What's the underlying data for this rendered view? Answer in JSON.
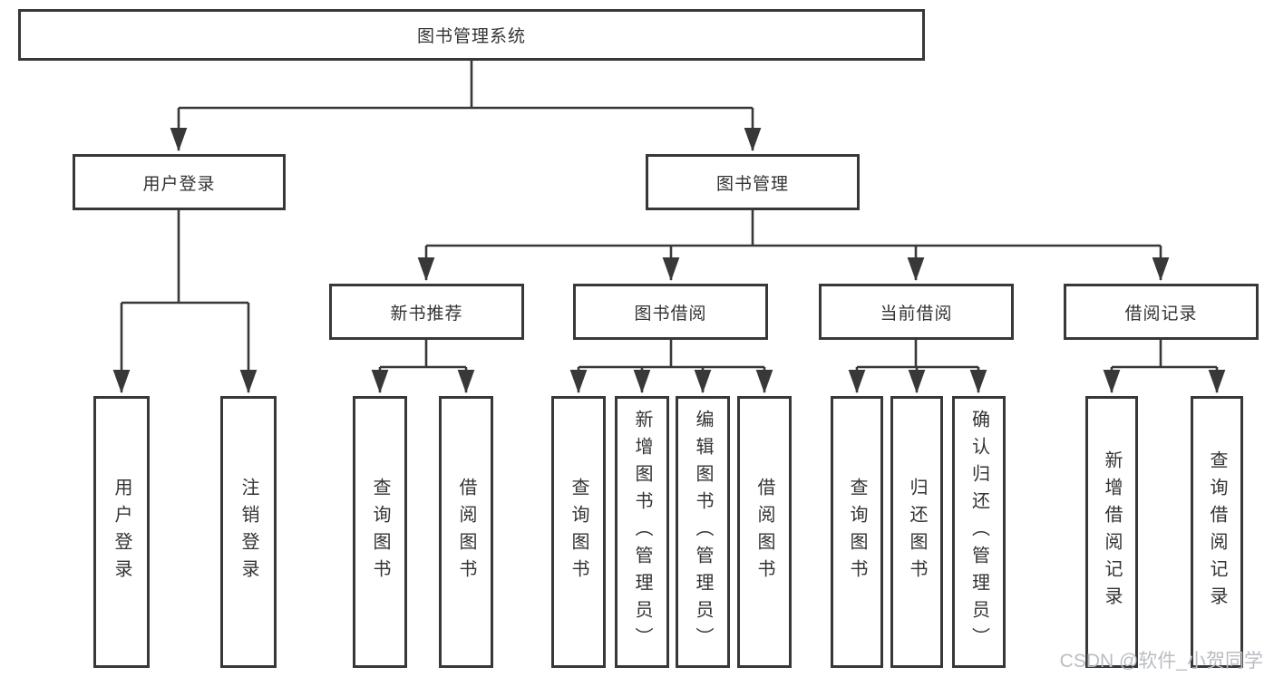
{
  "diagram": {
    "title": "图书管理系统",
    "nodes": {
      "root": "图书管理系统",
      "user_login": "用户登录",
      "book_mgmt": "图书管理",
      "leaf_user_login": "用户登录",
      "leaf_logout": "注销登录",
      "new_book_rec": "新书推荐",
      "book_borrow": "图书借阅",
      "current_borrow": "当前借阅",
      "borrow_record": "借阅记录",
      "leaf_query_book_rec": "查询图书",
      "leaf_borrow_book_rec": "借阅图书",
      "leaf_query_book_borrow": "查询图书",
      "leaf_add_book_admin": "新增图书（管理员）",
      "leaf_edit_book_admin": "编辑图书（管理员）",
      "leaf_borrow_book_borrow": "借阅图书",
      "leaf_query_book_current": "查询图书",
      "leaf_return_book": "归还图书",
      "leaf_confirm_return_admin": "确认归还（管理员）",
      "leaf_add_borrow_record": "新增借阅记录",
      "leaf_query_borrow_record": "查询借阅记录"
    },
    "hierarchy": {
      "图书管理系统": {
        "用户登录": [
          "用户登录",
          "注销登录"
        ],
        "图书管理": {
          "新书推荐": [
            "查询图书",
            "借阅图书"
          ],
          "图书借阅": [
            "查询图书",
            "新增图书（管理员）",
            "编辑图书（管理员）",
            "借阅图书"
          ],
          "当前借阅": [
            "查询图书",
            "归还图书",
            "确认归还（管理员）"
          ],
          "借阅记录": [
            "新增借阅记录",
            "查询借阅记录"
          ]
        }
      }
    }
  },
  "watermark": "CSDN @软件_小贺同学",
  "colors": {
    "line": "#383838",
    "text": "#333333",
    "watermark": "#b9bdc3",
    "background": "#ffffff"
  }
}
